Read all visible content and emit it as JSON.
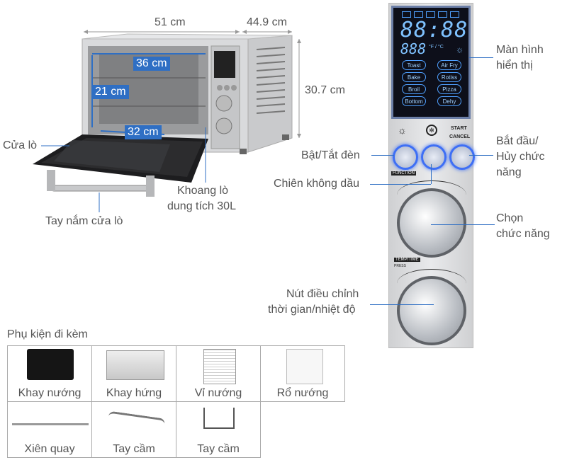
{
  "dimensions": {
    "width": "51 cm",
    "depth": "44.9 cm",
    "height": "30.7 cm",
    "inner_width": "36 cm",
    "inner_height": "21 cm",
    "inner_depth": "32 cm"
  },
  "labels": {
    "door": "Cửa lò",
    "door_handle": "Tay nắm cửa lò",
    "cavity_line1": "Khoang lò",
    "cavity_line2": "dung tích 30L",
    "display_line1": "Màn hình",
    "display_line2": "hiển thị",
    "light_toggle": "Bật/Tắt đèn",
    "air_fry": "Chiên không dầu",
    "start_line1": "Bắt đầu/",
    "start_line2": "Hủy chức",
    "start_line3": "năng",
    "function_line1": "Chọn",
    "function_line2": "chức năng",
    "timer_line1": "Nút điều chỉnh",
    "timer_line2": "thời gian/nhiệt độ"
  },
  "panel": {
    "time": "88:88",
    "temp": "888",
    "temp_unit": "°F / °C",
    "modes_left": [
      "Toast",
      "Bake",
      "Broil",
      "Bottom"
    ],
    "modes_right": [
      "Air Fry",
      "Rotiss",
      "Pizza",
      "Dehy"
    ],
    "start_label": "START",
    "cancel_label": "CANCEL",
    "function_label": "FUNCTION",
    "temp_time_label": "TEMP/TIME",
    "press_label": "PRESS"
  },
  "accessories": {
    "title": "Phụ kiện đi kèm",
    "items": [
      "Khay nướng",
      "Khay hứng",
      "Vỉ nướng",
      "Rổ nướng",
      "Xiên quay",
      "Tay cầm",
      "Tay cầm"
    ]
  },
  "colors": {
    "accent": "#2f6fc4",
    "display_bg": "#0d0f1a",
    "display_glow": "#4fa0ff"
  }
}
